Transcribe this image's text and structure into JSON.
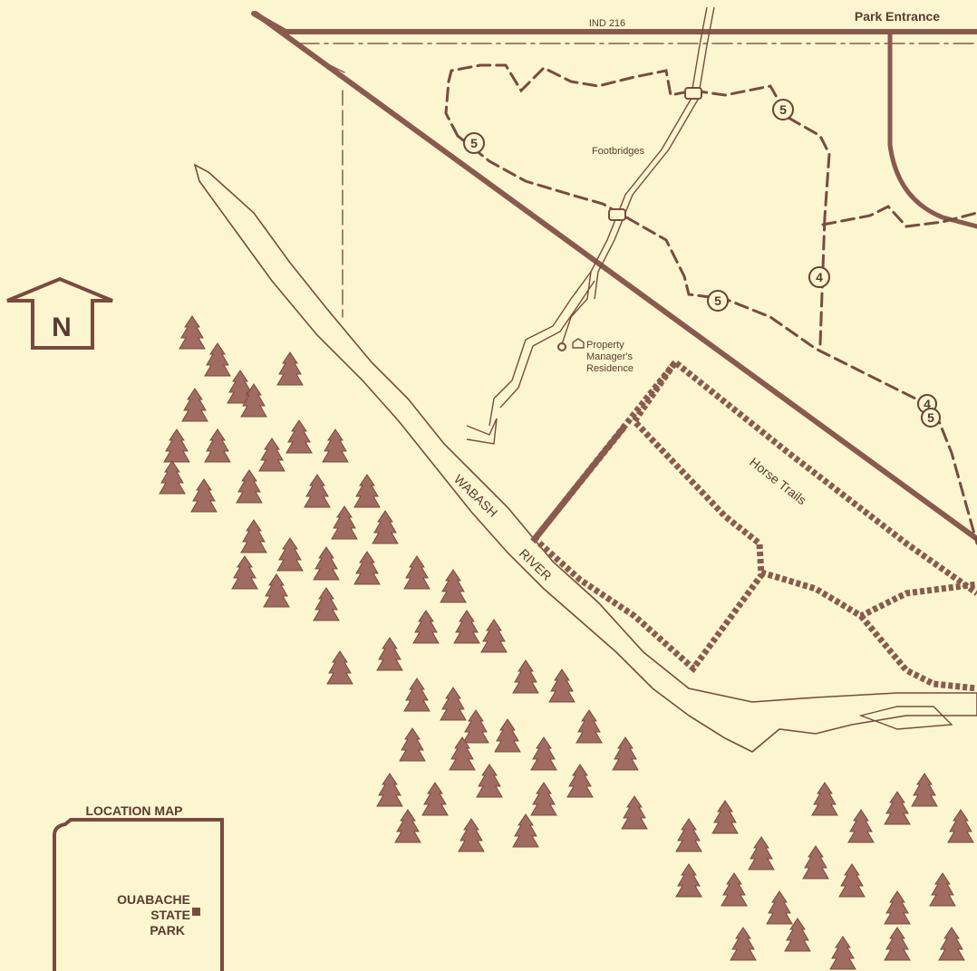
{
  "labels": {
    "road_name": "IND 216",
    "park_entrance": "Park Entrance",
    "footbridges": "Footbridges",
    "property_line1": "Property",
    "property_line2": "Manager's",
    "property_line3": "Residence",
    "horse_trails": "Horse Trails",
    "river_word1": "WABASH",
    "river_word2": "RIVER",
    "north": "N"
  },
  "location_map": {
    "title": "LOCATION MAP",
    "park_line1": "OUABACHE",
    "park_line2": "STATE",
    "park_line3": "PARK"
  },
  "trail_markers": [
    "5",
    "5",
    "5",
    "4",
    "4",
    "5"
  ],
  "colors": {
    "background": "#fbf6cf",
    "ink": "#7a4a40",
    "tree": "#a06b60"
  }
}
